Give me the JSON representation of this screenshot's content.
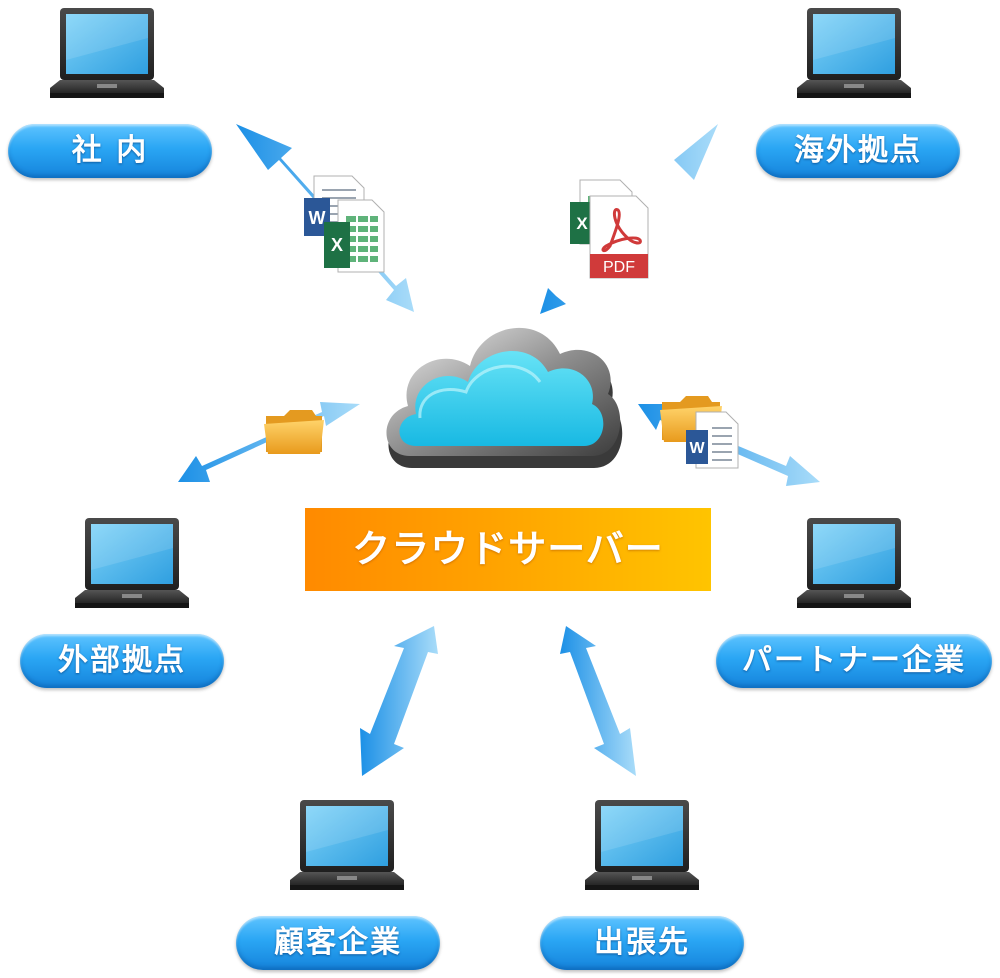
{
  "center": {
    "label": "クラウドサーバー",
    "icon": "cloud-icon"
  },
  "nodes": [
    {
      "id": "shanai",
      "label": "社 内",
      "icon": "laptop-icon"
    },
    {
      "id": "kaigai",
      "label": "海外拠点",
      "icon": "laptop-icon"
    },
    {
      "id": "gaibu",
      "label": "外部拠点",
      "icon": "laptop-icon"
    },
    {
      "id": "partner",
      "label": "パートナー企業",
      "icon": "laptop-icon"
    },
    {
      "id": "kokyaku",
      "label": "顧客企業",
      "icon": "laptop-icon"
    },
    {
      "id": "shucchou",
      "label": "出張先",
      "icon": "laptop-icon"
    }
  ],
  "documents": {
    "pdf_label": "PDF",
    "word_letter": "W",
    "excel_letter": "X"
  },
  "colors": {
    "pill": "#2aa6f4",
    "arrow": "#3ea9f2",
    "banner_start": "#ff8a00",
    "banner_end": "#ffc400",
    "cloud": "#2ccdec",
    "word": "#2b5797",
    "excel": "#1e7145",
    "pdf": "#d03a3a",
    "folder": "#f4b33a"
  }
}
